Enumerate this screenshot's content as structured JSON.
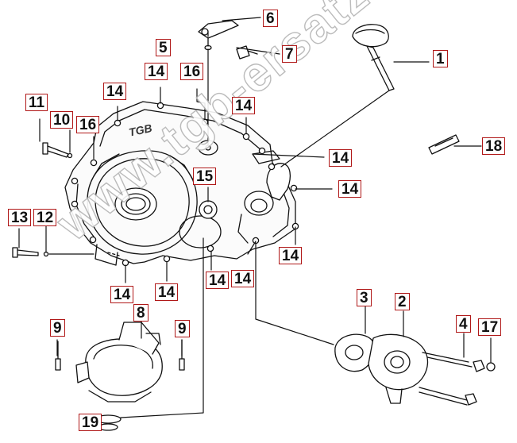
{
  "diagram": {
    "watermark": "www.tgb-ersatzteile.de",
    "engraving": "TGB",
    "callouts": [
      {
        "id": "c1",
        "label": "1"
      },
      {
        "id": "c2",
        "label": "2"
      },
      {
        "id": "c3",
        "label": "3"
      },
      {
        "id": "c4",
        "label": "4"
      },
      {
        "id": "c5",
        "label": "5"
      },
      {
        "id": "c6",
        "label": "6"
      },
      {
        "id": "c7",
        "label": "7"
      },
      {
        "id": "c8",
        "label": "8"
      },
      {
        "id": "c9a",
        "label": "9"
      },
      {
        "id": "c9b",
        "label": "9"
      },
      {
        "id": "c10",
        "label": "10"
      },
      {
        "id": "c11",
        "label": "11"
      },
      {
        "id": "c12",
        "label": "12"
      },
      {
        "id": "c13",
        "label": "13"
      },
      {
        "id": "c14a",
        "label": "14"
      },
      {
        "id": "c14b",
        "label": "14"
      },
      {
        "id": "c14c",
        "label": "14"
      },
      {
        "id": "c14d",
        "label": "14"
      },
      {
        "id": "c14e",
        "label": "14"
      },
      {
        "id": "c14f",
        "label": "14"
      },
      {
        "id": "c14g",
        "label": "14"
      },
      {
        "id": "c14h",
        "label": "14"
      },
      {
        "id": "c14i",
        "label": "14"
      },
      {
        "id": "c14j",
        "label": "14"
      },
      {
        "id": "c15",
        "label": "15"
      },
      {
        "id": "c16a",
        "label": "16"
      },
      {
        "id": "c16b",
        "label": "16"
      },
      {
        "id": "c17",
        "label": "17"
      },
      {
        "id": "c18",
        "label": "18"
      },
      {
        "id": "c19",
        "label": "19"
      }
    ]
  }
}
